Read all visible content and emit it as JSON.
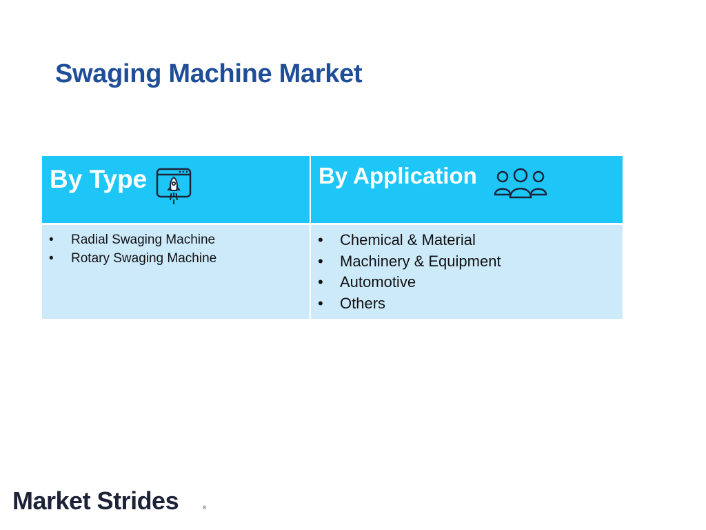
{
  "title": "Swaging Machine Market",
  "table": {
    "header_type": "By Type",
    "header_application": "By Application",
    "type_items": [
      "Radial Swaging Machine",
      "Rotary Swaging Machine"
    ],
    "application_items": [
      "Chemical & Material",
      "Machinery & Equipment",
      "Automotive",
      "Others"
    ],
    "bullet": "•",
    "icons": {
      "type_icon": "rocket-launch-icon",
      "application_icon": "users-group-icon"
    }
  },
  "footer": {
    "logo_text": "Market Strides",
    "logo_mark": "®"
  },
  "colors": {
    "title": "#1f4e99",
    "header_bg": "#1ec6f7",
    "body_bg": "#cdeafb",
    "logo": "#1c2237"
  }
}
